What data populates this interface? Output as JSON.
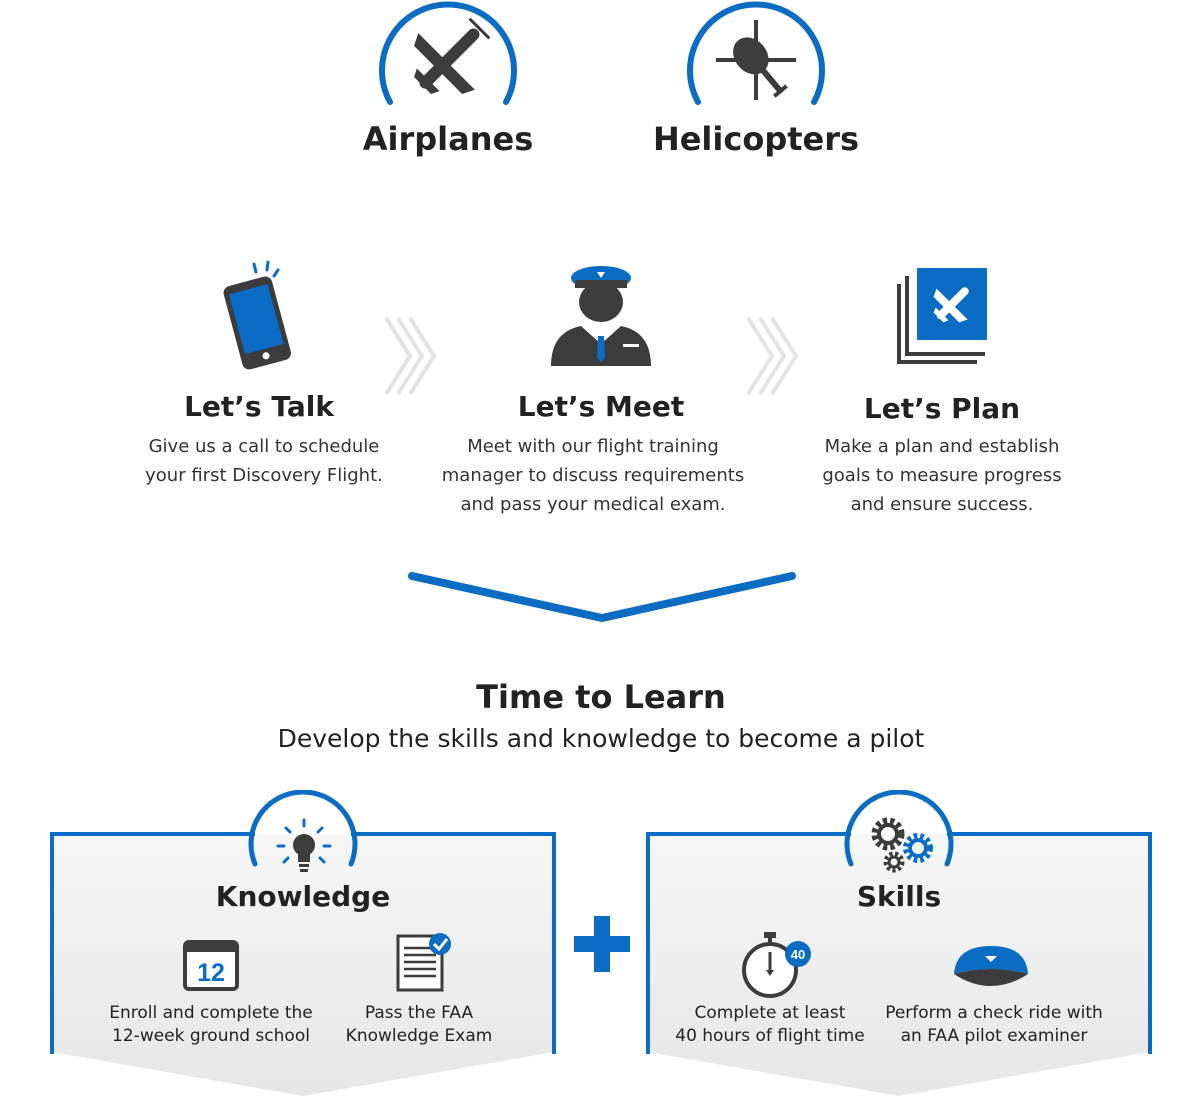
{
  "aircraft": {
    "airplanes": "Airplanes",
    "helicopters": "Helicopters"
  },
  "steps": [
    {
      "title": "Let’s Talk",
      "description": "Give us a call to schedule\nyour first Discovery Flight."
    },
    {
      "title": "Let’s Meet",
      "description": "Meet with our flight training\nmanager to discuss requirements\nand pass your medical exam."
    },
    {
      "title": "Let’s Plan",
      "description": "Make a plan and establish\ngoals to measure progress\nand ensure success."
    }
  ],
  "learn": {
    "title": "Time to Learn",
    "subtitle": "Develop the skills and knowledge to become a pilot"
  },
  "knowledge": {
    "title": "Knowledge",
    "calendar_number": "12",
    "items": [
      {
        "text": "Enroll and complete the\n12-week ground school"
      },
      {
        "text": "Pass the FAA\nKnowledge Exam"
      }
    ]
  },
  "skills": {
    "title": "Skills",
    "stopwatch_badge": "40",
    "items": [
      {
        "text": "Complete at least\n40 hours of flight time"
      },
      {
        "text": "Perform a check ride with\nan FAA pilot examiner"
      }
    ]
  },
  "colors": {
    "accent_blue": "#0a6cc2",
    "icon_gray": "#3c3c3c",
    "panel_bg": "#ececec",
    "chevron_gray": "#e3e3e3"
  },
  "icons": [
    "airplane-icon",
    "helicopter-icon",
    "phone-icon",
    "pilot-icon",
    "flight-plan-icon",
    "lightbulb-icon",
    "calendar-icon",
    "exam-document-icon",
    "gears-icon",
    "stopwatch-icon",
    "pilot-cap-icon",
    "plus-icon"
  ]
}
